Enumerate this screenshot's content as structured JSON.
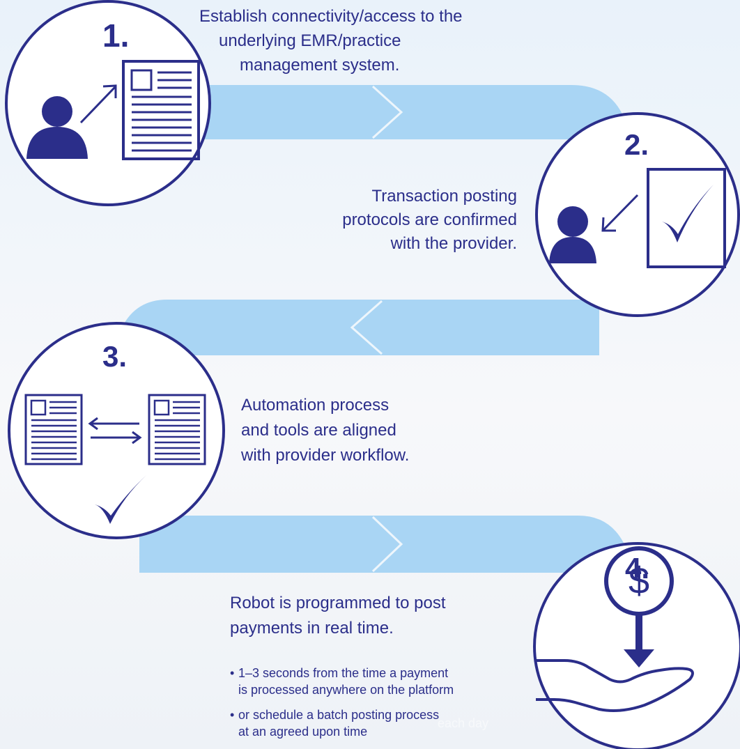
{
  "colors": {
    "navy": "#2b2e8a",
    "band": "#a9d5f4",
    "band_edge": "#e4f1fb",
    "circle_fill": "#ffffff"
  },
  "steps": [
    {
      "number": "1.",
      "text_lines": [
        "Establish connectivity/access to the",
        "underlying EMR/practice",
        "management system."
      ],
      "icons": [
        "person-icon",
        "arrow-icon",
        "document-icon"
      ]
    },
    {
      "number": "2.",
      "text_lines": [
        "Transaction posting",
        "protocols are confirmed",
        "with the provider."
      ],
      "icons": [
        "person-icon",
        "arrow-icon",
        "checkmark-document-icon"
      ]
    },
    {
      "number": "3.",
      "text_lines": [
        "Automation process",
        "and tools are aligned",
        "with provider workflow."
      ],
      "icons": [
        "document-icon",
        "exchange-arrows-icon",
        "document-icon",
        "checkmark-icon"
      ]
    },
    {
      "number": "4.",
      "text_lines": [
        "Robot is programmed to post",
        "payments in real time."
      ],
      "bullets": [
        {
          "lines": [
            "1–3 seconds from the time a payment",
            "is processed anywhere on the platform"
          ]
        },
        {
          "lines": [
            "or schedule a batch posting process",
            "at an agreed upon time"
          ]
        }
      ],
      "ghost_text": "each day",
      "icons": [
        "dollar-coin-icon",
        "down-arrow-icon",
        "hand-icon"
      ]
    }
  ]
}
